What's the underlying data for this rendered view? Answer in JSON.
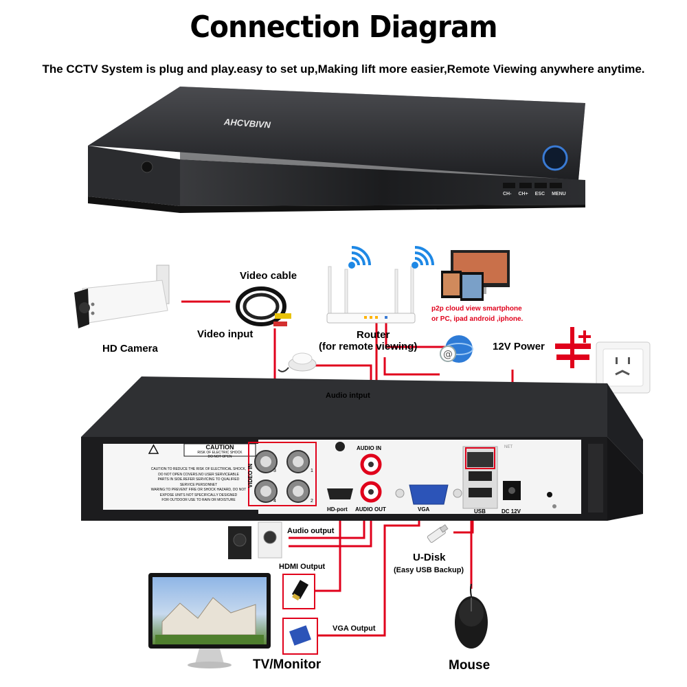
{
  "header": {
    "title": "Connection Diagram",
    "subtitle": "The CCTV System is plug and play.easy to set up,Making lift more easier,Remote Viewing anywhere anytime."
  },
  "dvr_front": {
    "brand": "AHCVBIVN",
    "buttons": [
      "CH-",
      "CH+",
      "ESC",
      "MENU"
    ]
  },
  "labels": {
    "video_cable": "Video cable",
    "hd_camera": "HD Camera",
    "video_input": "Video input",
    "router": "Router",
    "router_note": "(for remote viewing)",
    "p2p_line1": "p2p cloud  view smartphone",
    "p2p_line2": "or PC, ipad android ,iphone.",
    "power": "12V Power",
    "audio_input": "Audio intput",
    "audio_output": "Audio output",
    "hdmi_output": "HDMI Output",
    "vga_output": "VGA Output",
    "udisk": "U-Disk",
    "udisk_note": "(Easy USB Backup)",
    "tv_monitor": "TV/Monitor",
    "mouse": "Mouse"
  },
  "dvr_back": {
    "caution_title": "CAUTION",
    "caution_sub1": "RISK OF ELECTRIC SHOCK",
    "caution_sub2": "DO NOT OPEN",
    "caution_lines": [
      "CAUTION:TO REDUCE THE RISK OF ELECTRICAL SHOCK,",
      "DO NOT OPEN COVERS.NO USER SERVICEABLE",
      "PARTS IN SIDE.REFER SERVICING TO QUALIFIED",
      "SERVICE PERSONNET",
      "WARING:TO PREVENT FIRE OR SHOCK HAZARD, DO NOT",
      "EXPOSE UNITS NOT SPECIFICALLY DESIGNED",
      "FOR OUTDOOR USE TO RAIN OR MOISTURE"
    ],
    "video_in": "VIDEO IN",
    "audio_in": "AUDIO IN",
    "audio_out": "AUDIO OUT",
    "hd_port": "HD-port",
    "vga": "VGA",
    "usb": "USB",
    "net": "NET",
    "dc": "DC 12V",
    "bnc_numbers": [
      "3",
      "1",
      "4",
      "2"
    ]
  },
  "colors": {
    "wire": "#e0001b",
    "dvr_body": "#2a2a2c",
    "panel": "#f4f4f4",
    "wifi": "#1e88e5"
  }
}
